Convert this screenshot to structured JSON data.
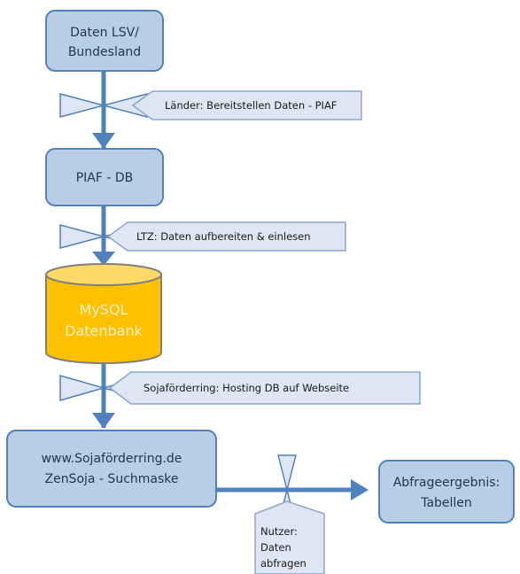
{
  "nodes": {
    "daten_lsv": {
      "line1": "Daten LSV/",
      "line2": "Bundesland"
    },
    "piaf_db": {
      "label": "PIAF - DB"
    },
    "mysql": {
      "line1": "MySQL",
      "line2": "Datenbank"
    },
    "webseite": {
      "line1": "www.Sojaförderring.de",
      "line2": "ZenSoja - Suchmaske"
    },
    "abfrageergebnis": {
      "line1": "Abfrageergebnis:",
      "line2": "Tabellen"
    }
  },
  "callouts": {
    "laender": "Länder: Bereitstellen Daten - PIAF",
    "ltz": "LTZ: Daten aufbereiten & einlesen",
    "sojafoerderring": "Sojaförderring: Hosting  DB auf Webseite"
  },
  "nutzer": {
    "line1": "Nutzer:",
    "line2": "Daten",
    "line3": "abfragen"
  },
  "colors": {
    "node_fill": "#b9cde5",
    "node_stroke": "#4f81bd",
    "flow": "#4f81bd",
    "database": "#ffc000",
    "callout_fill": "#dde6f2"
  }
}
